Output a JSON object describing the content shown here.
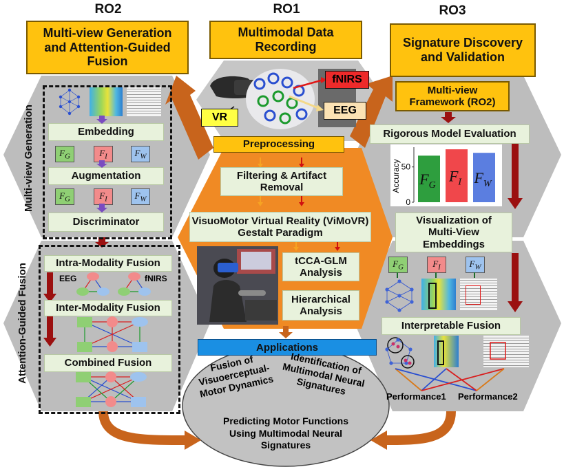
{
  "ro": {
    "ro1": {
      "tag": "RO1",
      "title": "Multimodal Data Recording"
    },
    "ro2": {
      "tag": "RO2",
      "title": "Multi-view Generation and Attention-Guided Fusion"
    },
    "ro3": {
      "tag": "RO3",
      "title": "Signature Discovery and Validation"
    }
  },
  "ro1_panel": {
    "labels": {
      "vr": "VR",
      "fnirs": "fNIRS",
      "eeg": "EEG"
    },
    "preprocessing": "Preprocessing",
    "filtering": "Filtering & Artifact Removal",
    "paradigm": "VisuoMotor Virtual Reality (ViMoVR) Gestalt Paradigm",
    "tcca": "tCCA-GLM Analysis",
    "hierarchical": "Hierarchical Analysis"
  },
  "ro2_panel": {
    "side_top": "Multi-view Generation",
    "side_bottom": "Attention-Guided Fusion",
    "embedding": "Embedding",
    "augmentation": "Augmentation",
    "discriminator": "Discriminator",
    "intra": "Intra-Modality Fusion",
    "inter": "Inter-Modality Fusion",
    "combined": "Combined Fusion",
    "eeg": "EEG",
    "fnirs": "fNIRS",
    "views": {
      "g": "G",
      "i": "I",
      "w": "W"
    }
  },
  "ro3_panel": {
    "framework": "Multi-view Framework (RO2)",
    "evaluation": "Rigorous Model Evaluation",
    "visualization": "Visualization of Multi-View Embeddings",
    "interpretable": "Interpretable Fusion",
    "perf1": "Performance1",
    "perf2": "Performance2"
  },
  "chart_data": {
    "type": "bar",
    "categories": [
      "F_G",
      "F_I",
      "F_W"
    ],
    "category_labels": [
      "G",
      "I",
      "W"
    ],
    "values": [
      66,
      75,
      70
    ],
    "ylabel": "Accuracy",
    "ylim": [
      0,
      78
    ],
    "yticks": [
      0,
      50
    ],
    "colors": [
      "#2e9e3e",
      "#f0474b",
      "#5b7ee0"
    ]
  },
  "applications": {
    "title": "Applications",
    "item1": "Fusion of Visuoerceptual-Motor Dynamics",
    "item2": "Identification of Multimodal Neural Signatures",
    "item3": "Predicting Motor Functions Using Multimodal Neural Signatures"
  },
  "colors": {
    "orange_box": "#ffc20e",
    "hex_gray": "#b9b9b9",
    "hex_orange": "#f08a24",
    "arrow_brown": "#c8641c",
    "arrow_darkred": "#9b1010",
    "applications_blue": "#1a8fe3",
    "green_box": "#e8f2dc"
  }
}
